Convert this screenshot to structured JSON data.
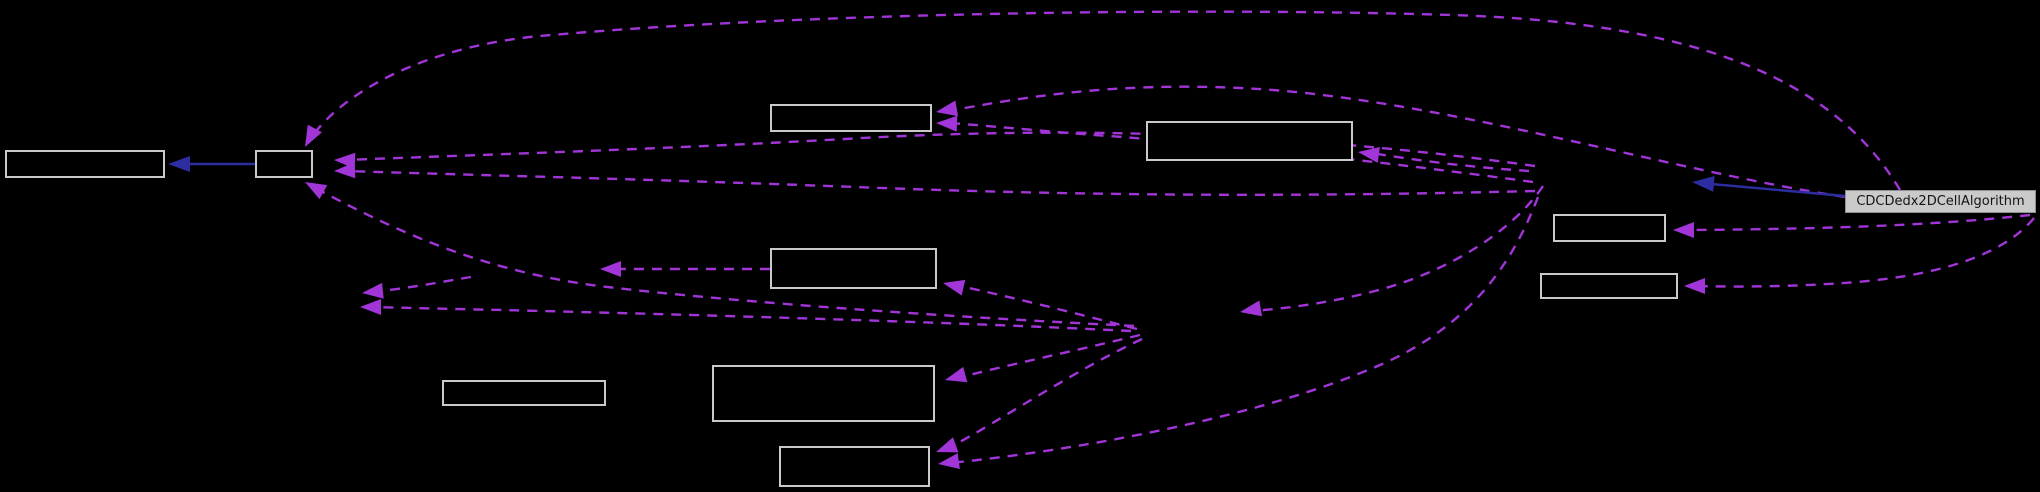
{
  "diagram": {
    "type": "collaboration-graph",
    "current_class": {
      "label": "CDCDedx2DCellAlgorithm"
    },
    "nodes": {
      "labeled_count": 1,
      "unlabeled_box_count": 10
    },
    "edges": {
      "dashed_usage_count": 17,
      "solid_inheritance_count": 2
    },
    "colors": {
      "background": "#000000",
      "node_border": "#c9c9c9",
      "node_fill": "#000000",
      "current_node_fill": "#cacaca",
      "current_node_border": "#8f8f8f",
      "current_node_text": "#151515",
      "dashed_edge": "#a135d8",
      "solid_edge": "#2d2da2"
    }
  }
}
